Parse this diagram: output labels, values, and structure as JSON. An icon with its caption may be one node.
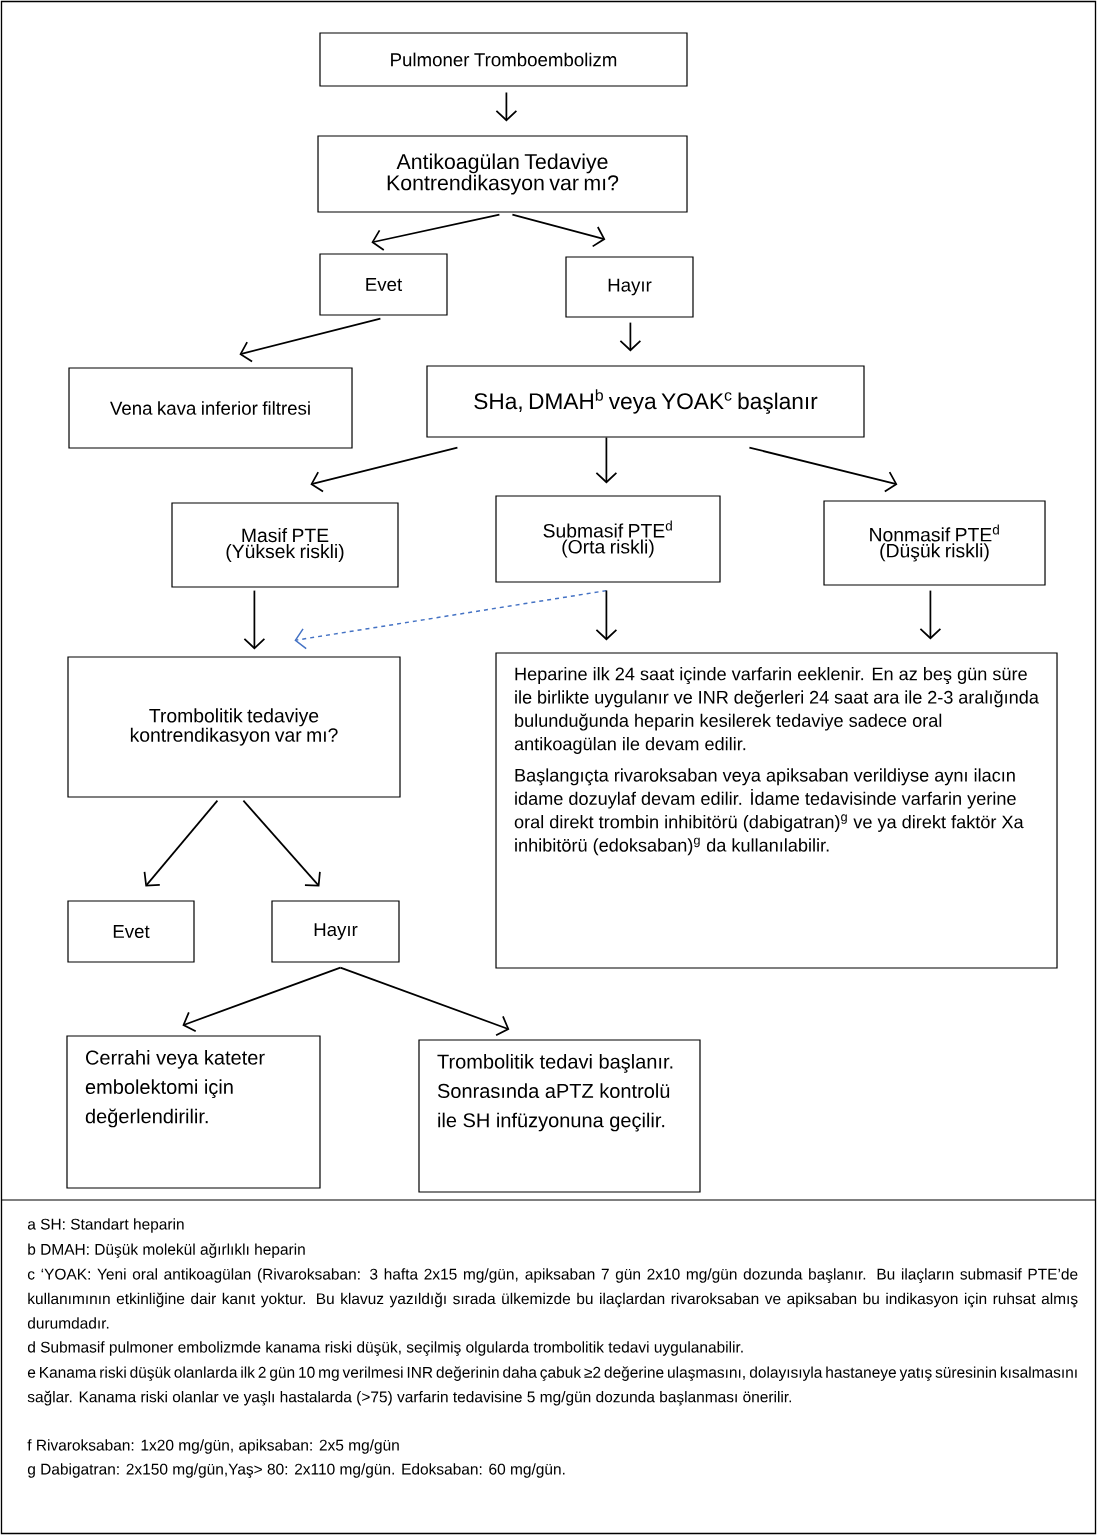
{
  "diagram": {
    "nodes": [
      {
        "text": [
          "Pulmoner Tromboembolizm"
        ]
      },
      {
        "text": [
          "Antikoagülan Tedaviye Kontrendikasyon var mı?"
        ]
      },
      {
        "text": [
          "Evet"
        ]
      },
      {
        "text": [
          "Hayır"
        ]
      },
      {
        "text": [
          "Vena kava inferior filtresi"
        ]
      },
      {
        "text": [
          "SHa, DMAH$^{b}$ veya YOAK$^{c}$ başlanır"
        ]
      },
      {
        "text": [
          "Masif PTE (Yüksek riskli)"
        ]
      },
      {
        "text": [
          "Submasif PTE$^{d}$ (Orta riskli)"
        ]
      },
      {
        "text": [
          "Nonmasif PTE$^{d}$ (Düşük riskli)"
        ]
      },
      {
        "text": [
          "Trombolitik tedaviye kontrendikasyon var mı?"
        ]
      },
      {
        "text": [
          "Heparine ilk 24 saat içinde varfarin eeklenir. En az beş gün süre ile birlikte uygulanır ve INR değerleri 24 saat ara ile 2-3 aralığında bulunduğunda heparin kesilerek tedaviye sadece oral antikoagülan ile devam edilir.",
          "Başlangıçta rivaroksaban veya apiksaban verildiyse aynı ilacın idame dozuylaf devam edilir. İdame tedavisinde varfarin yerine oral direkt trombin inhibitörü (dabigatran)$^{g}$ ve ya direkt faktör Xa inhibitörü (edoksaban)$^{g}$ da kullanılabilir."
        ]
      },
      {
        "text": [
          "Evet"
        ]
      },
      {
        "text": [
          "Hayır"
        ]
      },
      {
        "text": [
          "Cerrahi veya kateter embolektomi için değerlendirilir."
        ]
      },
      {
        "text": [
          "Trombolitik tedavi başlanır. Sonrasında aPTZ kontrolü ile SH infüzyonuna geçilir."
        ]
      }
    ],
    "edges": [
      {
        "from": 0,
        "to": 1,
        "arrow": "to"
      },
      {
        "from": 1,
        "to": 2,
        "arrow": "to"
      },
      {
        "from": 1,
        "to": 3,
        "arrow": "to"
      },
      {
        "from": 2,
        "to": 4,
        "arrow": "to"
      },
      {
        "from": 3,
        "to": 5,
        "arrow": "to"
      },
      {
        "from": 5,
        "to": 6,
        "arrow": "to"
      },
      {
        "from": 5,
        "to": 7,
        "arrow": "to"
      },
      {
        "from": 5,
        "to": 8,
        "arrow": "to"
      },
      {
        "from": 6,
        "to": 9,
        "arrow": "to"
      },
      {
        "from": 7,
        "to": 9,
        "arrow": "to",
        "style": "dashed",
        "color": "#4472c4"
      },
      {
        "from": 7,
        "to": 10,
        "arrow": "to"
      },
      {
        "from": 8,
        "to": 10,
        "arrow": "to"
      },
      {
        "from": 9,
        "to": 11,
        "arrow": "to"
      },
      {
        "from": 9,
        "to": 12,
        "arrow": "to"
      },
      {
        "from": 12,
        "to": 13,
        "arrow": "to"
      },
      {
        "from": 12,
        "to": 14,
        "arrow": "to"
      }
    ],
    "labels": [
      "a SH: Standart heparin",
      "b DMAH: Düşük molekül ağırlıklı heparin",
      "c ‘YOAK: Yeni oral antikoagülan (Rivaroksaban: 3 hafta 2x15 mg/gün, apiksaban 7 gün 2x10 mg/gün dozunda başlanır. Bu ilaçların submasif PTE’de kullanımının etkinliğine dair kanıt yoktur. Bu klavuz yazıldığı sırada ülkemizde bu ilaçlardan rivaroksaban ve apiksaban bu indikasyon için ruhsat almış durumdadır.",
      "d Submasif pulmoner embolizmde kanama riski düşük, seçilmiş olgularda trombolitik tedavi uygulanabilir.",
      "e Kanama riski düşük olanlarda ilk 2 gün 10 mg verilmesi INR değerinin daha çabuk ≥2 değerine ulaşmasını, dolayısıyla hastaneye yatış süresinin kısalmasını sağlar. Kanama riski olanlar ve yaşlı hastalarda (>75) varfarin tedavisine 5 mg/gün dozunda başlanması önerilir.",
      "f Rivaroksaban: 1x20 mg/gün, apiksaban: 2x5 mg/gün",
      "g Dabigatran: 2x150 mg/gün,Yaş> 80: 2x110 mg/gün. Edoksaban: 60 mg/gün."
    ]
  }
}
